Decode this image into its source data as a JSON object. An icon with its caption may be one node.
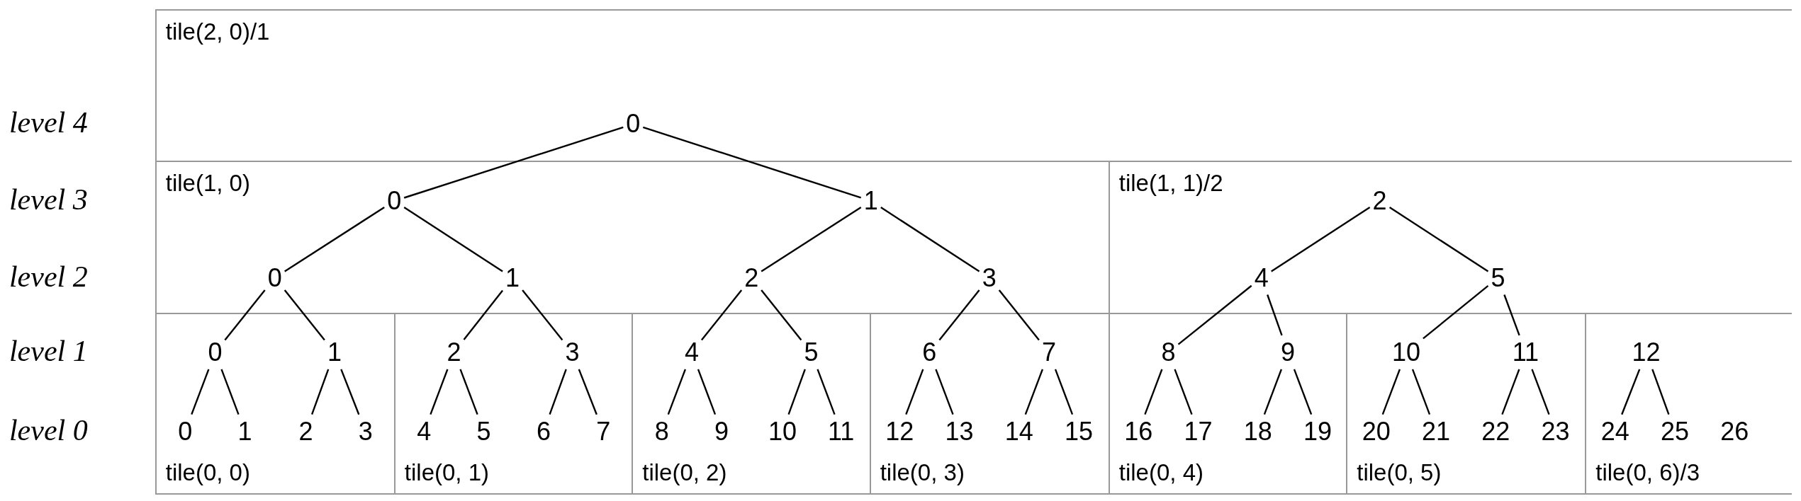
{
  "diagram": {
    "nodes": [
      {
        "text": [
          "tile(2, 0)/1"
        ]
      },
      {
        "text": [
          "0"
        ],
        "in": 0
      },
      {
        "text": [
          "tile(1, 0)"
        ]
      },
      {
        "text": [
          "0"
        ],
        "in": 2
      },
      {
        "text": [
          "1"
        ],
        "in": 2
      },
      {
        "text": [
          "0"
        ],
        "in": 2
      },
      {
        "text": [
          "1"
        ],
        "in": 2
      },
      {
        "text": [
          "2"
        ],
        "in": 2
      },
      {
        "text": [
          "3"
        ],
        "in": 2
      },
      {
        "text": [
          "tile(1, 1)/2"
        ]
      },
      {
        "text": [
          "2"
        ],
        "in": 9
      },
      {
        "text": [
          "4"
        ],
        "in": 9
      },
      {
        "text": [
          "5"
        ],
        "in": 9
      },
      {
        "text": [
          "tile(0, 0)"
        ]
      },
      {
        "text": [
          "0"
        ],
        "in": 13
      },
      {
        "text": [
          "1"
        ],
        "in": 13
      },
      {
        "text": [
          "0"
        ],
        "in": 13
      },
      {
        "text": [
          "1"
        ],
        "in": 13
      },
      {
        "text": [
          "2"
        ],
        "in": 13
      },
      {
        "text": [
          "3"
        ],
        "in": 13
      },
      {
        "text": [
          "tile(0, 1)"
        ]
      },
      {
        "text": [
          "2"
        ],
        "in": 20
      },
      {
        "text": [
          "3"
        ],
        "in": 20
      },
      {
        "text": [
          "4"
        ],
        "in": 20
      },
      {
        "text": [
          "5"
        ],
        "in": 20
      },
      {
        "text": [
          "6"
        ],
        "in": 20
      },
      {
        "text": [
          "7"
        ],
        "in": 20
      },
      {
        "text": [
          "tile(0, 2)"
        ]
      },
      {
        "text": [
          "4"
        ],
        "in": 27
      },
      {
        "text": [
          "5"
        ],
        "in": 27
      },
      {
        "text": [
          "8"
        ],
        "in": 27
      },
      {
        "text": [
          "9"
        ],
        "in": 27
      },
      {
        "text": [
          "10"
        ],
        "in": 27
      },
      {
        "text": [
          "11"
        ],
        "in": 27
      },
      {
        "text": [
          "tile(0, 3)"
        ]
      },
      {
        "text": [
          "6"
        ],
        "in": 34
      },
      {
        "text": [
          "7"
        ],
        "in": 34
      },
      {
        "text": [
          "12"
        ],
        "in": 34
      },
      {
        "text": [
          "13"
        ],
        "in": 34
      },
      {
        "text": [
          "14"
        ],
        "in": 34
      },
      {
        "text": [
          "15"
        ],
        "in": 34
      },
      {
        "text": [
          "tile(0, 4)"
        ]
      },
      {
        "text": [
          "8"
        ],
        "in": 41
      },
      {
        "text": [
          "9"
        ],
        "in": 41
      },
      {
        "text": [
          "16"
        ],
        "in": 41
      },
      {
        "text": [
          "17"
        ],
        "in": 41
      },
      {
        "text": [
          "18"
        ],
        "in": 41
      },
      {
        "text": [
          "19"
        ],
        "in": 41
      },
      {
        "text": [
          "tile(0, 5)"
        ]
      },
      {
        "text": [
          "10"
        ],
        "in": 48
      },
      {
        "text": [
          "11"
        ],
        "in": 48
      },
      {
        "text": [
          "20"
        ],
        "in": 48
      },
      {
        "text": [
          "21"
        ],
        "in": 48
      },
      {
        "text": [
          "22"
        ],
        "in": 48
      },
      {
        "text": [
          "23"
        ],
        "in": 48
      },
      {
        "text": [
          "tile(0, 6)/3"
        ]
      },
      {
        "text": [
          "12"
        ],
        "in": 55
      },
      {
        "text": [
          "24"
        ],
        "in": 55
      },
      {
        "text": [
          "25"
        ],
        "in": 55
      },
      {
        "text": [
          "26"
        ],
        "in": 55
      }
    ],
    "edges": [
      {
        "from": 1,
        "to": 3,
        "arrow": "none"
      },
      {
        "from": 1,
        "to": 4,
        "arrow": "none"
      },
      {
        "from": 3,
        "to": 5,
        "arrow": "none"
      },
      {
        "from": 3,
        "to": 6,
        "arrow": "none"
      },
      {
        "from": 4,
        "to": 7,
        "arrow": "none"
      },
      {
        "from": 4,
        "to": 8,
        "arrow": "none"
      },
      {
        "from": 10,
        "to": 11,
        "arrow": "none"
      },
      {
        "from": 10,
        "to": 12,
        "arrow": "none"
      },
      {
        "from": 5,
        "to": 14,
        "arrow": "none"
      },
      {
        "from": 5,
        "to": 15,
        "arrow": "none"
      },
      {
        "from": 6,
        "to": 21,
        "arrow": "none"
      },
      {
        "from": 6,
        "to": 22,
        "arrow": "none"
      },
      {
        "from": 7,
        "to": 28,
        "arrow": "none"
      },
      {
        "from": 7,
        "to": 29,
        "arrow": "none"
      },
      {
        "from": 8,
        "to": 35,
        "arrow": "none"
      },
      {
        "from": 8,
        "to": 36,
        "arrow": "none"
      },
      {
        "from": 11,
        "to": 42,
        "arrow": "none"
      },
      {
        "from": 11,
        "to": 43,
        "arrow": "none"
      },
      {
        "from": 12,
        "to": 49,
        "arrow": "none"
      },
      {
        "from": 12,
        "to": 50,
        "arrow": "none"
      },
      {
        "from": 14,
        "to": 16,
        "arrow": "none"
      },
      {
        "from": 14,
        "to": 17,
        "arrow": "none"
      },
      {
        "from": 15,
        "to": 18,
        "arrow": "none"
      },
      {
        "from": 15,
        "to": 19,
        "arrow": "none"
      },
      {
        "from": 21,
        "to": 23,
        "arrow": "none"
      },
      {
        "from": 21,
        "to": 24,
        "arrow": "none"
      },
      {
        "from": 22,
        "to": 25,
        "arrow": "none"
      },
      {
        "from": 22,
        "to": 26,
        "arrow": "none"
      },
      {
        "from": 28,
        "to": 30,
        "arrow": "none"
      },
      {
        "from": 28,
        "to": 31,
        "arrow": "none"
      },
      {
        "from": 29,
        "to": 32,
        "arrow": "none"
      },
      {
        "from": 29,
        "to": 33,
        "arrow": "none"
      },
      {
        "from": 35,
        "to": 37,
        "arrow": "none"
      },
      {
        "from": 35,
        "to": 38,
        "arrow": "none"
      },
      {
        "from": 36,
        "to": 39,
        "arrow": "none"
      },
      {
        "from": 36,
        "to": 40,
        "arrow": "none"
      },
      {
        "from": 42,
        "to": 44,
        "arrow": "none"
      },
      {
        "from": 42,
        "to": 45,
        "arrow": "none"
      },
      {
        "from": 43,
        "to": 46,
        "arrow": "none"
      },
      {
        "from": 43,
        "to": 47,
        "arrow": "none"
      },
      {
        "from": 49,
        "to": 51,
        "arrow": "none"
      },
      {
        "from": 49,
        "to": 52,
        "arrow": "none"
      },
      {
        "from": 50,
        "to": 53,
        "arrow": "none"
      },
      {
        "from": 50,
        "to": 54,
        "arrow": "none"
      },
      {
        "from": 56,
        "to": 57,
        "arrow": "none"
      },
      {
        "from": 56,
        "to": 58,
        "arrow": "none"
      }
    ],
    "labels": [
      "level 4",
      "level 3",
      "level 2",
      "level 1",
      "level 0"
    ]
  }
}
